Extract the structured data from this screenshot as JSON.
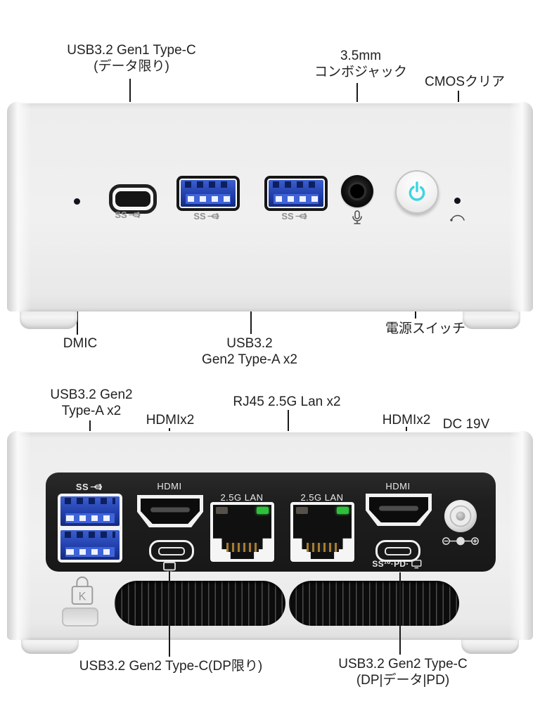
{
  "front": {
    "callout_usb_c_line1": "USB3.2 Gen1 Type-C",
    "callout_usb_c_line2": "(データ限り)",
    "callout_jack_line1": "3.5mm",
    "callout_jack_line2": "コンボジャック",
    "callout_cmos": "CMOSクリア",
    "callout_dmic": "DMIC",
    "callout_usb_a_line1": "USB3.2",
    "callout_usb_a_line2": "Gen2 Type-A x2",
    "callout_power": "電源スイッチ",
    "ss_label": "SS"
  },
  "rear": {
    "callout_usb_a_line1": "USB3.2 Gen2",
    "callout_usb_a_line2": "Type-A x2",
    "callout_hdmi_left": "HDMIx2",
    "callout_lan": "RJ45 2.5G Lan x2",
    "callout_hdmi_right": "HDMIx2",
    "callout_dc": "DC 19V",
    "callout_usb_c_left": "USB3.2 Gen2 Type-C(DP限り)",
    "callout_usb_c_right_line1": "USB3.2 Gen2 Type-C",
    "callout_usb_c_right_line2": "(DP|データ|PD)",
    "ss_label": "SS",
    "hdmi_label_left": "HDMI",
    "hdmi_label_right": "HDMI",
    "lan_label_1": "2.5G LAN",
    "lan_label_2": "2.5G LAN",
    "usb_c_badge": "SS¹⁰·PD·",
    "kensington_k": "K"
  },
  "colors": {
    "accent_power": "#3dd4e3",
    "usb_blue": "#2a53c2",
    "led_green": "#2fbf3a",
    "panel_black": "#1f1f1f"
  }
}
